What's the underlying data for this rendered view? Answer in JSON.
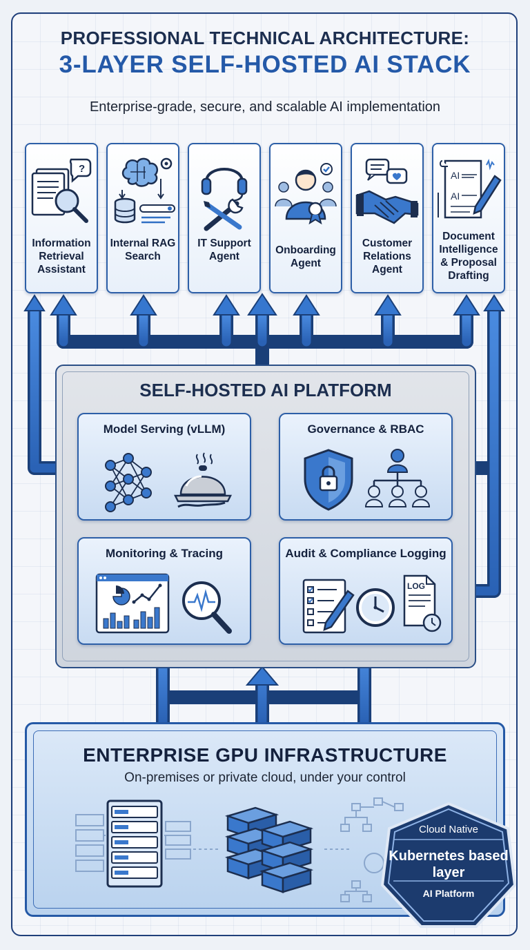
{
  "header": {
    "title_line1": "PROFESSIONAL TECHNICAL ARCHITECTURE:",
    "title_line2": "3-LAYER SELF-HOSTED AI STACK",
    "subtitle": "Enterprise-grade, secure, and scalable AI implementation"
  },
  "applications": [
    {
      "label": "Information Retrieval Assistant",
      "icon": "document-magnifier-icon"
    },
    {
      "label": "Internal RAG Search",
      "icon": "brain-database-icon"
    },
    {
      "label": "IT Support Agent",
      "icon": "headset-tools-icon"
    },
    {
      "label": "Onboarding Agent",
      "icon": "person-badge-icon"
    },
    {
      "label": "Customer Relations Agent",
      "icon": "handshake-chat-icon"
    },
    {
      "label": "Document Intelligence & Proposal Drafting",
      "icon": "ai-document-pen-icon"
    }
  ],
  "platform": {
    "title": "SELF-HOSTED AI PLATFORM",
    "modules": {
      "model_serving": {
        "title": "Model Serving (vLLM)",
        "icons": [
          "neural-network-icon",
          "serving-cloche-icon"
        ]
      },
      "governance": {
        "title": "Governance & RBAC",
        "icons": [
          "shield-lock-icon",
          "org-hierarchy-icon"
        ]
      },
      "monitoring": {
        "title": "Monitoring & Tracing",
        "icons": [
          "dashboard-charts-icon",
          "magnifier-pulse-icon"
        ]
      },
      "audit": {
        "title": "Audit & Compliance Logging",
        "icons": [
          "checklist-pen-icon",
          "clock-icon",
          "log-file-icon"
        ],
        "log_label": "LOG"
      }
    }
  },
  "infrastructure": {
    "title": "ENTERPRISE GPU INFRASTRUCTURE",
    "subtitle": "On-premises or private cloud, under your control",
    "icons": [
      "server-rack-icon",
      "gpu-cluster-icon",
      "network-topology-icon"
    ],
    "badge": {
      "line1": "Cloud Native",
      "line2": "Kubernetes based layer",
      "line3": "AI Platform"
    }
  },
  "colors": {
    "arrow": "#2f6fc4",
    "arrow_outline": "#1a3f78",
    "title_accent": "#2459a8",
    "badge": "#1c3b6e"
  }
}
